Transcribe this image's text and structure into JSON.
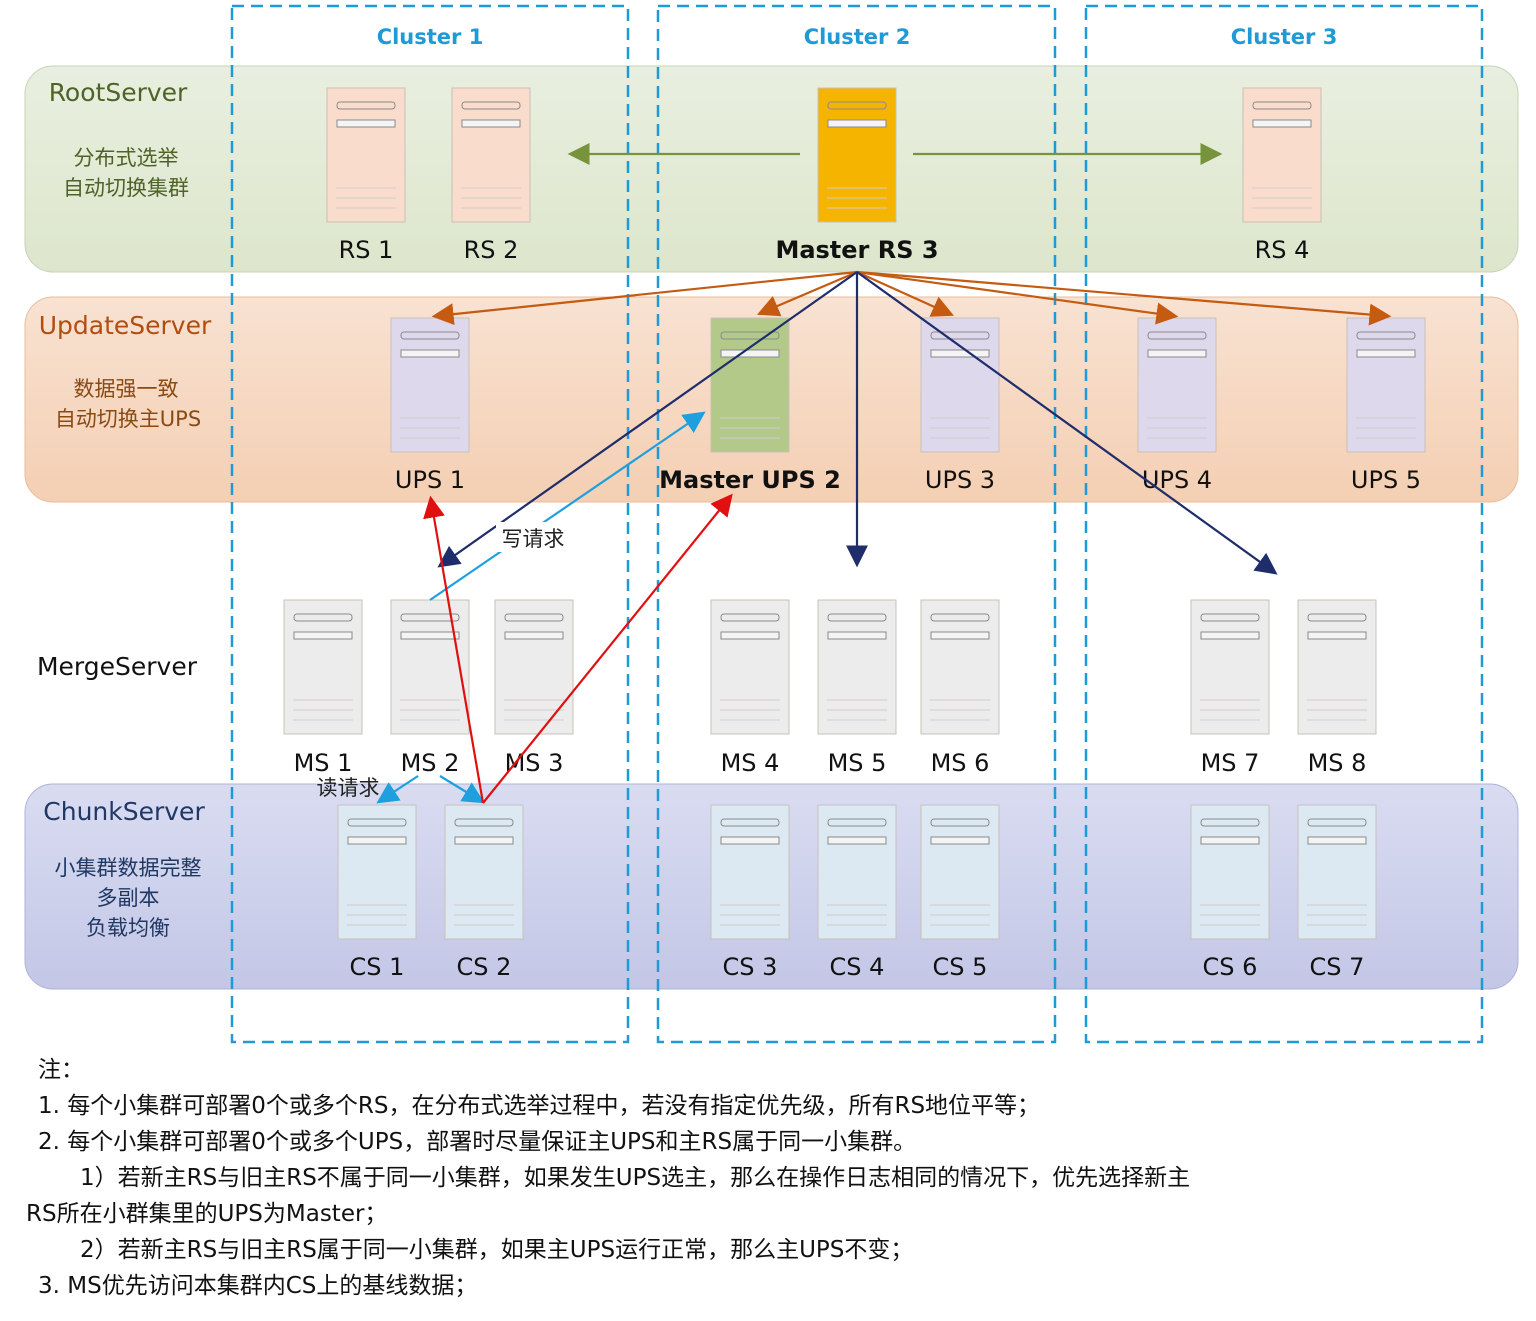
{
  "clusters": [
    "Cluster 1",
    "Cluster 2",
    "Cluster 3"
  ],
  "bands": {
    "root": {
      "title": "RootServer",
      "lines": [
        "分布式选举",
        "自动切换集群"
      ]
    },
    "update": {
      "title": "UpdateServer",
      "lines": [
        "数据强一致",
        "自动切换主UPS"
      ]
    },
    "merge": {
      "title": "MergeServer"
    },
    "chunk": {
      "title": "ChunkServer",
      "lines": [
        "小集群数据完整",
        "多副本",
        "负载均衡"
      ]
    }
  },
  "servers": {
    "rs": [
      "RS 1",
      "RS 2",
      "Master RS 3",
      "RS 4"
    ],
    "ups": [
      "UPS 1",
      "Master UPS 2",
      "UPS 3",
      "UPS 4",
      "UPS 5"
    ],
    "ms": [
      "MS 1",
      "MS 2",
      "MS 3",
      "MS 4",
      "MS 5",
      "MS 6",
      "MS 7",
      "MS 8"
    ],
    "cs": [
      "CS 1",
      "CS 2",
      "CS 3",
      "CS 4",
      "CS 5",
      "CS 6",
      "CS 7"
    ]
  },
  "arrow_labels": {
    "write": "写请求",
    "read": "读请求"
  },
  "colors": {
    "cluster_border": "#1e9ad6",
    "master_rs": "#f5b400",
    "master_ups": "#b3c98a"
  },
  "notes": {
    "heading": "注：",
    "items": [
      "1.  每个小集群可部署0个或多个RS，在分布式选举过程中，若没有指定优先级，所有RS地位平等；",
      "2.  每个小集群可部署0个或多个UPS，部署时尽量保证主UPS和主RS属于同一小集群。",
      "1）若新主RS与旧主RS不属于同一小集群，如果发生UPS选主，那么在操作日志相同的情况下，优先选择新主",
      "RS所在小群集里的UPS为Master；",
      "2）若新主RS与旧主RS属于同一小集群，如果主UPS运行正常，那么主UPS不变；",
      "3.  MS优先访问本集群内CS上的基线数据；"
    ]
  }
}
